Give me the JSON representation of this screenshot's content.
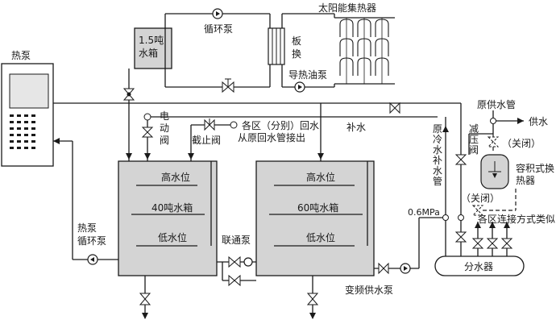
{
  "labels": {
    "heat_pump": "热泵",
    "water_box_1_5t": [
      "1.5吨",
      "水箱"
    ],
    "circ_pump": "循环泵",
    "plate_exchanger": [
      "板",
      "换"
    ],
    "solar_collector": "太阳能集热器",
    "oil_pump": "导热油泵",
    "electric_valve": [
      "电",
      "动",
      "阀"
    ],
    "return_water": "各区（分别）回水",
    "return_water_2": "从原回水管接出",
    "stop_valve": "截止阀",
    "makeup_water": "补水",
    "cold_makeup_pipe": [
      "原",
      "冷",
      "水",
      "补",
      "水",
      "管"
    ],
    "orig_supply_pipe": "原供水管",
    "supply_water": "供水",
    "pressure_reducing_valve": [
      "减",
      "压",
      "阀"
    ],
    "closed_1": "（关闭）",
    "closed_2": "（关闭）",
    "volume_exchanger": [
      "容积式换",
      "热器"
    ],
    "high_level_1": "高水位",
    "tank_40": "40吨水箱",
    "low_level_1": "低水位",
    "high_level_2": "高水位",
    "tank_60": "60吨水箱",
    "low_level_2": "低水位",
    "link_pump": "联通泵",
    "hp_circ_pump": [
      "热泵",
      "循环泵"
    ],
    "pressure": "0.6MPa",
    "zone_note": "各区连接方式类似",
    "distributor": "分水器",
    "vfd_pump": "变频供水泵"
  },
  "colors": {
    "tank_fill": "#d4d4d4",
    "line": "#1a1a1a",
    "screen": "#e6e6e6"
  }
}
